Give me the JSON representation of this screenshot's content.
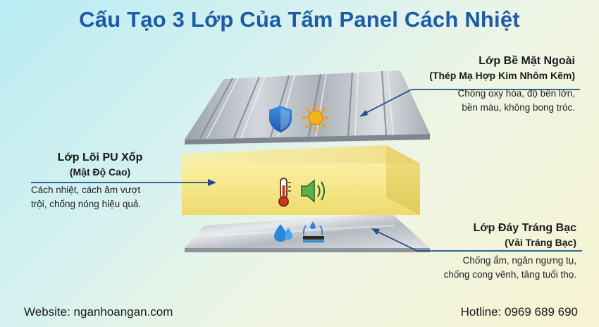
{
  "title": "Cấu Tạo 3 Lớp Của Tấm Panel Cách Nhiệt",
  "layers": {
    "outer": {
      "title": "Lớp Bề Mặt Ngoài",
      "subtitle": "(Thép Mạ Hợp Kim Nhôm Kẽm)",
      "desc_line1": "Chống oxy hóa, độ bền lớn,",
      "desc_line2": "bền màu, không bong tróc.",
      "icons": [
        "shield-icon",
        "sun-icon"
      ]
    },
    "core": {
      "title": "Lớp Lõi PU Xốp",
      "subtitle": "(Mật Độ Cao)",
      "desc_line1": "Cách nhiệt, cách âm vượt",
      "desc_line2": "trội, chống nóng hiệu quả.",
      "icons": [
        "thermometer-icon",
        "speaker-icon"
      ]
    },
    "bottom": {
      "title": "Lớp Đáy Tráng Bạc",
      "subtitle": "(Vải Tráng Bạc)",
      "desc_line1": "Chống ẩm, ngăn ngưng tụ,",
      "desc_line2": "chống cong vênh, tăng tuổi thọ.",
      "icons": [
        "water-drops-icon",
        "waterproof-icon"
      ]
    }
  },
  "footer": {
    "website": "Website: nganhoangan.com",
    "hotline": "Hotline: 0969 689 690"
  },
  "colors": {
    "title": "#1d5aa8",
    "pointer": "#1e4f8c",
    "foam": "#f3e57f",
    "metal": "#b9bec6"
  }
}
